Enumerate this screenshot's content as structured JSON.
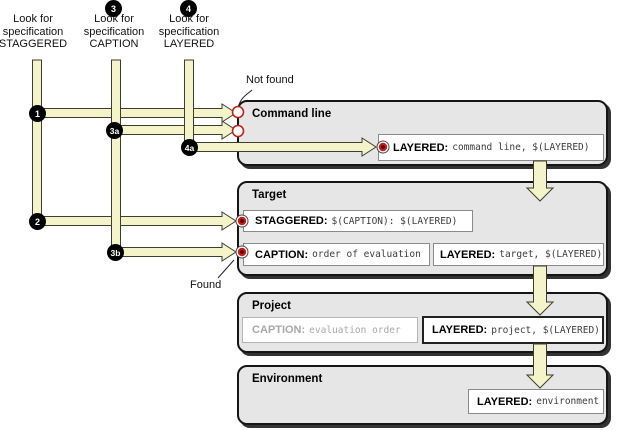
{
  "top_labels": {
    "staggered": "Look for\nspecification\nSTAGGERED",
    "caption": "Look for\nspecification\nCAPTION",
    "layered": "Look for\nspecification\nLAYERED"
  },
  "badges": {
    "step1": "1",
    "step2": "2",
    "step3": "3",
    "step3a": "3a",
    "step3b": "3b",
    "step4": "4",
    "step4a": "4a"
  },
  "annotations": {
    "not_found": "Not found",
    "found": "Found"
  },
  "scopes": {
    "command_line": {
      "title": "Command line",
      "layered": {
        "name": "LAYERED:",
        "value": "command line, $(LAYERED)"
      }
    },
    "target": {
      "title": "Target",
      "staggered": {
        "name": "STAGGERED:",
        "value": "$(CAPTION): $(LAYERED)"
      },
      "caption": {
        "name": "CAPTION:",
        "value": "order of evaluation"
      },
      "layered": {
        "name": "LAYERED:",
        "value": "target, $(LAYERED)"
      }
    },
    "project": {
      "title": "Project",
      "caption": {
        "name": "CAPTION:",
        "value": "evaluation order"
      },
      "layered": {
        "name": "LAYERED:",
        "value": "project, $(LAYERED)"
      }
    },
    "environment": {
      "title": "Environment",
      "layered": {
        "name": "LAYERED:",
        "value": "environment"
      }
    }
  },
  "colors": {
    "flow_arrow_fill": "#F5F3CA",
    "scope_box_fill": "#E6E6E6",
    "marker_red": "#C02018",
    "marker_dark_center": "#5F0000",
    "badge_black": "#000000"
  }
}
